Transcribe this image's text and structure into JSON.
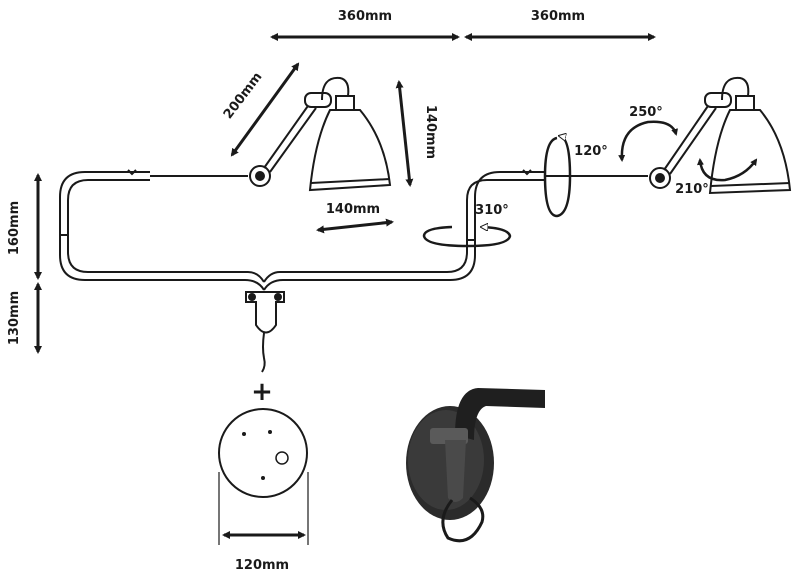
{
  "diagram": {
    "dimensions": {
      "arm_left": "360mm",
      "arm_right": "360mm",
      "upper_arm": "200mm",
      "shade_height": "140mm",
      "shade_width": "140mm",
      "height_upper": "160mm",
      "height_lower": "130mm",
      "base_diameter": "120mm"
    },
    "rotations": {
      "elbow": "310°",
      "arm_roll": "120°",
      "head_tilt": "250°",
      "head_swivel": "210°"
    },
    "plus_sign": "+",
    "colors": {
      "line": "#1a1a1a",
      "photo_dark": "#2b2b2b",
      "photo_mid": "#4a4a4a",
      "bg": "#ffffff"
    }
  }
}
